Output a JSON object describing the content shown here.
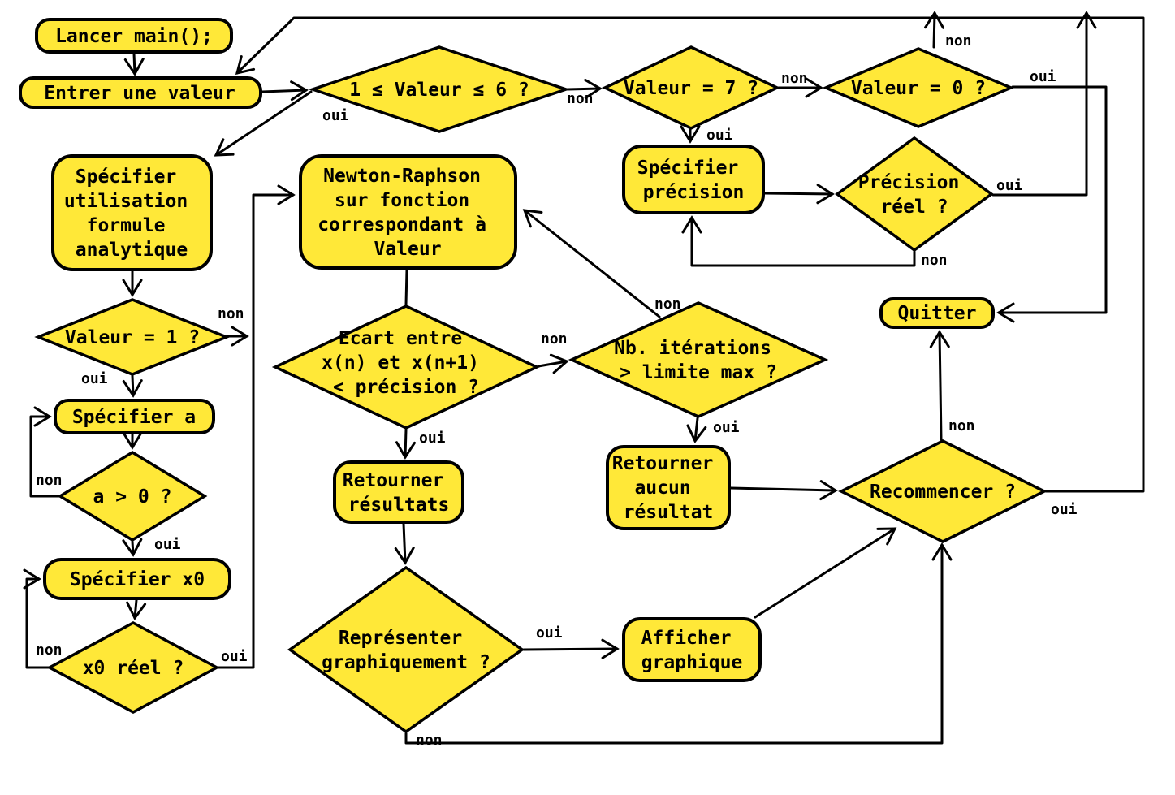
{
  "diagram": {
    "title": "Flowchart main() Newton-Raphson",
    "background": "#FFFFFF",
    "node_fill": "#FFE838",
    "node_stroke": "#000000",
    "yes_label": "oui",
    "no_label": "non"
  },
  "nodes": {
    "lancer": {
      "type": "terminal",
      "lines": [
        "Lancer main();"
      ]
    },
    "entrer": {
      "type": "process",
      "lines": [
        "Entrer une valeur"
      ]
    },
    "valeur_1_6": {
      "type": "decision",
      "lines": [
        "1 ≤ Valeur ≤ 6 ?"
      ]
    },
    "valeur_7": {
      "type": "decision",
      "lines": [
        "Valeur = 7 ?"
      ]
    },
    "valeur_0": {
      "type": "decision",
      "lines": [
        "Valeur = 0 ?"
      ]
    },
    "spec_precision": {
      "type": "process",
      "lines": [
        "Spécifier",
        "précision"
      ]
    },
    "precision_reel": {
      "type": "decision",
      "lines": [
        "Précision",
        "réel ?"
      ]
    },
    "spec_util": {
      "type": "process",
      "lines": [
        "Spécifier",
        "utilisation",
        "formule",
        "analytique"
      ]
    },
    "valeur_1": {
      "type": "decision",
      "lines": [
        "Valeur = 1 ?"
      ]
    },
    "spec_a": {
      "type": "process",
      "lines": [
        "Spécifier a"
      ]
    },
    "a_pos": {
      "type": "decision",
      "lines": [
        "a > 0 ?"
      ]
    },
    "spec_x0": {
      "type": "process",
      "lines": [
        "Spécifier x0"
      ]
    },
    "x0_reel": {
      "type": "decision",
      "lines": [
        "x0 réel ?"
      ]
    },
    "newton": {
      "type": "process",
      "lines": [
        "Newton-Raphson",
        "sur fonction",
        "correspondant à",
        "Valeur"
      ]
    },
    "ecart": {
      "type": "decision",
      "lines": [
        "Ecart entre",
        "x(n) et x(n+1)",
        "< précision ?"
      ]
    },
    "nb_iter": {
      "type": "decision",
      "lines": [
        "Nb. itérations",
        "> limite max ?"
      ]
    },
    "ret_resultats": {
      "type": "process",
      "lines": [
        "Retourner",
        "résultats"
      ]
    },
    "ret_aucun": {
      "type": "process",
      "lines": [
        "Retourner",
        "aucun",
        "résultat"
      ]
    },
    "representer": {
      "type": "decision",
      "lines": [
        "Représenter",
        "graphiquement ?"
      ]
    },
    "afficher": {
      "type": "process",
      "lines": [
        "Afficher",
        "graphique"
      ]
    },
    "recommencer": {
      "type": "decision",
      "lines": [
        "Recommencer ?"
      ]
    },
    "quitter": {
      "type": "terminal",
      "lines": [
        "Quitter"
      ]
    }
  },
  "edges": [
    {
      "from": "lancer",
      "to": "entrer",
      "label": ""
    },
    {
      "from": "entrer",
      "to": "valeur_1_6",
      "label": ""
    },
    {
      "from": "valeur_1_6",
      "to": "spec_util",
      "label": "oui"
    },
    {
      "from": "valeur_1_6",
      "to": "valeur_7",
      "label": "non"
    },
    {
      "from": "valeur_7",
      "to": "spec_precision",
      "label": "oui"
    },
    {
      "from": "valeur_7",
      "to": "valeur_0",
      "label": "non"
    },
    {
      "from": "valeur_0",
      "to": "entrer",
      "label": "non"
    },
    {
      "from": "valeur_0",
      "to": "quitter",
      "label": "oui"
    },
    {
      "from": "spec_precision",
      "to": "precision_reel",
      "label": ""
    },
    {
      "from": "precision_reel",
      "to": "entrer",
      "label": "oui"
    },
    {
      "from": "precision_reel",
      "to": "spec_precision",
      "label": "non"
    },
    {
      "from": "spec_util",
      "to": "valeur_1",
      "label": ""
    },
    {
      "from": "valeur_1",
      "to": "spec_a",
      "label": "oui"
    },
    {
      "from": "valeur_1",
      "to": "newton",
      "label": "non"
    },
    {
      "from": "spec_a",
      "to": "a_pos",
      "label": ""
    },
    {
      "from": "a_pos",
      "to": "spec_x0",
      "label": "oui"
    },
    {
      "from": "a_pos",
      "to": "spec_a",
      "label": "non"
    },
    {
      "from": "spec_x0",
      "to": "x0_reel",
      "label": ""
    },
    {
      "from": "x0_reel",
      "to": "newton",
      "label": "oui"
    },
    {
      "from": "x0_reel",
      "to": "spec_x0",
      "label": "non"
    },
    {
      "from": "newton",
      "to": "ecart",
      "label": ""
    },
    {
      "from": "ecart",
      "to": "ret_resultats",
      "label": "oui"
    },
    {
      "from": "ecart",
      "to": "nb_iter",
      "label": "non"
    },
    {
      "from": "nb_iter",
      "to": "ret_aucun",
      "label": "oui"
    },
    {
      "from": "nb_iter",
      "to": "newton",
      "label": "non"
    },
    {
      "from": "ret_resultats",
      "to": "representer",
      "label": ""
    },
    {
      "from": "representer",
      "to": "afficher",
      "label": "oui"
    },
    {
      "from": "representer",
      "to": "recommencer",
      "label": "non"
    },
    {
      "from": "afficher",
      "to": "recommencer",
      "label": ""
    },
    {
      "from": "ret_aucun",
      "to": "recommencer",
      "label": ""
    },
    {
      "from": "recommencer",
      "to": "quitter",
      "label": "non"
    },
    {
      "from": "recommencer",
      "to": "entrer",
      "label": "oui"
    }
  ]
}
